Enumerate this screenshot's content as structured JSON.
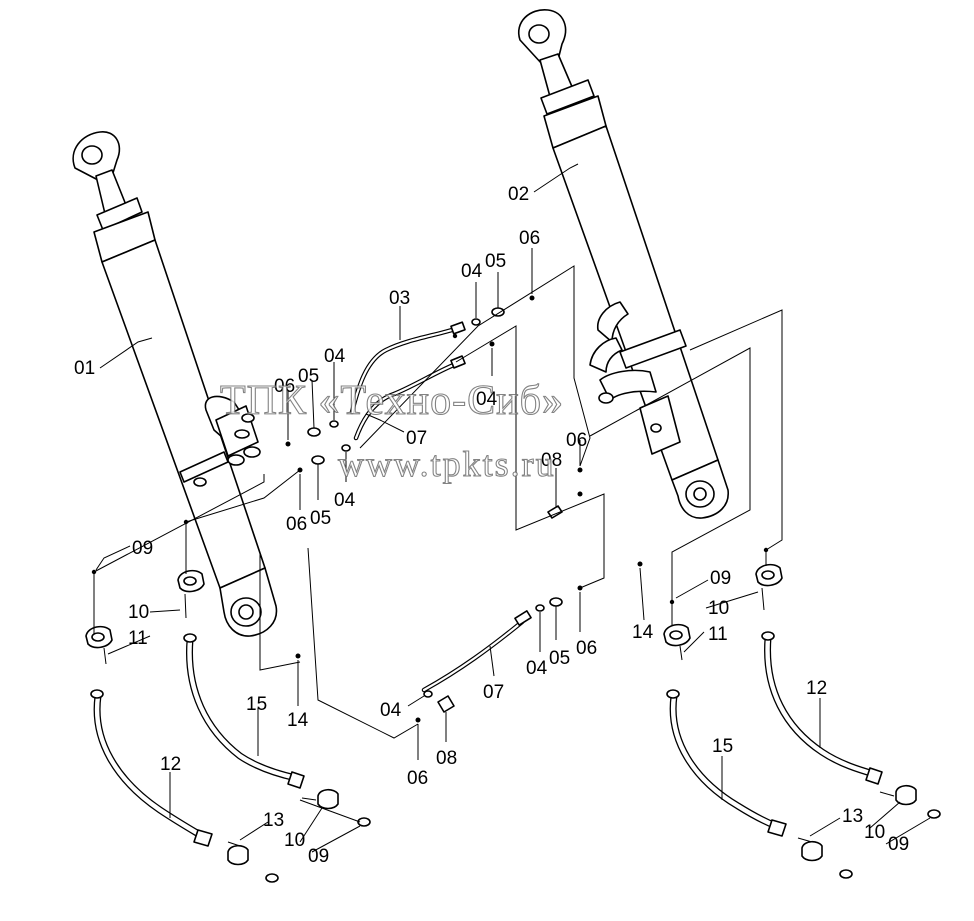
{
  "callouts": [
    {
      "id": "01",
      "text": "01"
    },
    {
      "id": "02",
      "text": "02"
    },
    {
      "id": "03",
      "text": "03"
    },
    {
      "id": "04",
      "text": "04"
    },
    {
      "id": "05",
      "text": "05"
    },
    {
      "id": "06",
      "text": "06"
    },
    {
      "id": "07",
      "text": "07"
    },
    {
      "id": "08",
      "text": "08"
    },
    {
      "id": "09",
      "text": "09"
    },
    {
      "id": "10",
      "text": "10"
    },
    {
      "id": "11",
      "text": "11"
    },
    {
      "id": "12",
      "text": "12"
    },
    {
      "id": "13",
      "text": "13"
    },
    {
      "id": "14",
      "text": "14"
    },
    {
      "id": "15",
      "text": "15"
    }
  ],
  "watermark": {
    "line1": "ТПК «Техно-Сиб»",
    "line2": "www.tpkts.ru"
  },
  "colors": {
    "ink": "#000000",
    "watermark_outline": "#6e6e6e",
    "background": "#ffffff"
  }
}
